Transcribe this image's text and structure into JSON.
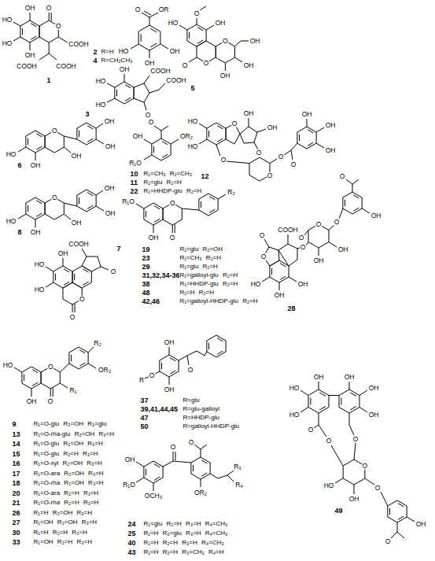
{
  "diagram": {
    "labels": [
      "OH",
      "HO",
      "HO",
      "OH",
      "O",
      "O",
      "COOH",
      "COOH",
      "COOH",
      "1",
      "O",
      "OR",
      "HO",
      "OH",
      "OH",
      "2",
      "R=H",
      "4",
      "R=CH₂CH₃",
      "OH",
      "HO",
      "HO",
      "O",
      "COOH",
      "COOH",
      "3",
      "O",
      "HO",
      "OH",
      "O",
      "O",
      "O",
      "OH",
      "OH",
      "OH",
      "5",
      "HO",
      "OH",
      "O",
      "OH",
      "OH",
      "OH",
      "6",
      "HO",
      "OH",
      "O",
      "OH",
      "OH",
      "OH",
      "8",
      "O",
      "OR₂",
      "R₁O",
      "OH",
      "10",
      "R₁=CH₃ R₂=CH₃",
      "11",
      "R₁=glu R₂=H",
      "22",
      "R₁=HHDP-glu R₂=H",
      "HO",
      "HO",
      "O",
      "OH",
      "OH",
      "O",
      "O",
      "O",
      "O",
      "O",
      "OH",
      "OH",
      "OH",
      "12",
      "O",
      "R₁O",
      "OH",
      "O",
      "R₂",
      "19",
      "R₁=glu R₂=OH",
      "23",
      "R₁=CH₃ R₂=H",
      "29",
      "R₁=glu R₂=H",
      "31,32,34-36",
      "R₁=galloyl-glu R₂=H",
      "38",
      "R₁=HHDP-glu R₂=H",
      "48",
      "R₁=H R₂=H",
      "42,46",
      "R₁=galloyl-HHDP-glu R₂=H",
      "HO",
      "HO",
      "OH",
      "COOH",
      "O",
      "O",
      "O",
      "7",
      "O",
      "O",
      "OH",
      "O",
      "OH",
      "OH",
      "O",
      "O",
      "O",
      "COOH",
      "O",
      "OH",
      "OH",
      "HO",
      "28",
      "HO",
      "OH",
      "O",
      "O",
      "R₁",
      "R₂",
      "OR₃",
      "9",
      "R₁=O-glu R₂=OH R₃=glu",
      "13",
      "R₁=O-rha-glu R₂=OH R₃=H",
      "14",
      "R₁=O-glu R₂=OH R₃=H",
      "15",
      "R₁=O-glu R₂=H R₃=H",
      "16",
      "R₁=O-xyl R₂=OH R₃=H",
      "17",
      "R₁=O-ara R₂=OH R₃=H",
      "18",
      "R₁=O-rha R₂=OH R₃=H",
      "20",
      "R₁=O-ara R₂=H R₃=H",
      "21",
      "R₁=O-rha R₂=H R₃=H",
      "26",
      "R₁=H R₂=OH R₃=H",
      "27",
      "R₁=OH R₂=OH R₃=H",
      "30",
      "R₁=H R₂=H R₃=H",
      "33",
      "R₁=OH R₂=H R₃=H",
      "OH",
      "OH",
      "O",
      "R",
      "O",
      "37",
      "R=glu",
      "39,41,44,45",
      "R=glu-galloyl",
      "47",
      "R=HHDP-glu",
      "50",
      "R=galloyl-HHDP-glu",
      "O",
      "O",
      "OH",
      "R₁O",
      "OCH₃",
      "R₃",
      "R₄",
      "OR₂",
      "24",
      "R₁=glu R₂=H R₃=H R₄=CH₃",
      "25",
      "R₁=H R₂=glu R₃=H R₄=CH₃",
      "40",
      "R₁=H R₂=H R₃=H R₄=CH₃",
      "43",
      "R₁=H R₂=H R₃=CH₃ R₄=H",
      "OH",
      "HO",
      "HO",
      "OH",
      "OH",
      "OH",
      "O",
      "O",
      "O",
      "O",
      "O",
      "OH",
      "HO",
      "O",
      "OH",
      "49"
    ]
  }
}
